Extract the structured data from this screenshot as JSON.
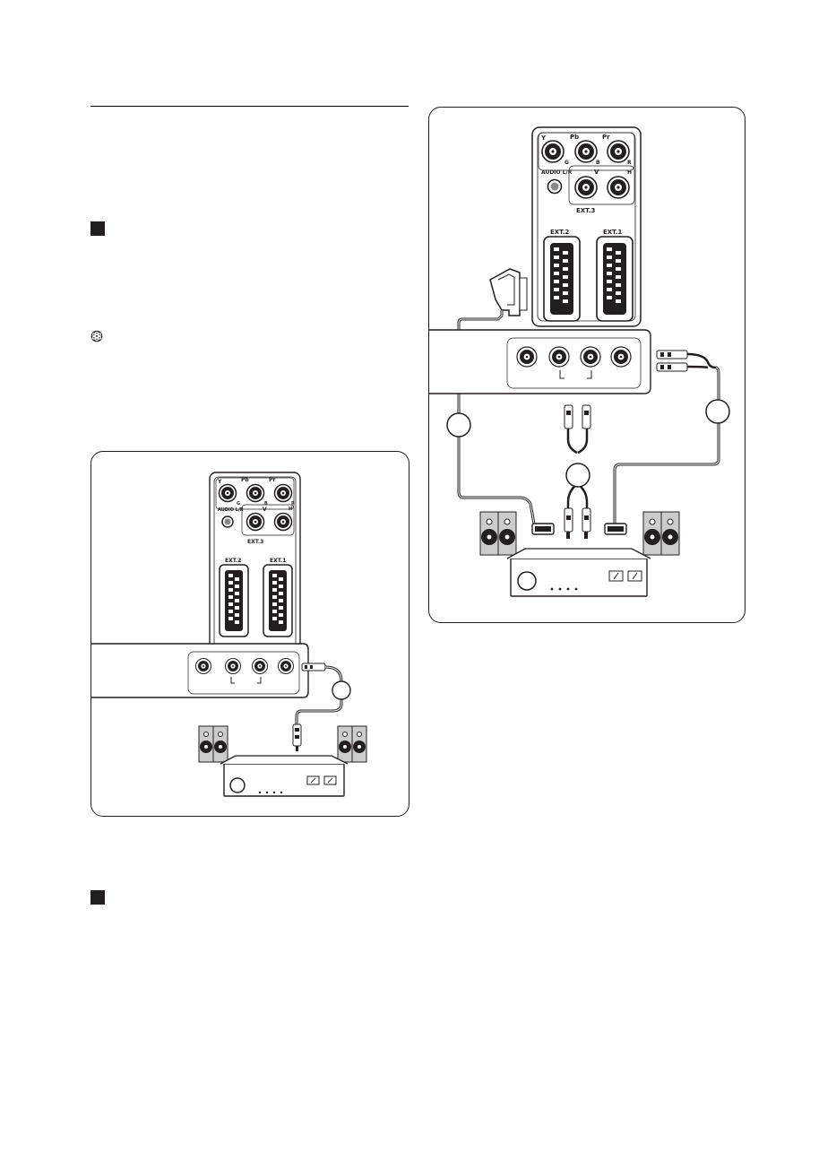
{
  "left_diagram": {
    "connectors": {
      "y": "Y",
      "pb": "Pb",
      "pr": "Pr",
      "g": "G",
      "b": "B",
      "r": "R",
      "audio": "AUDIO L/R",
      "v": "V",
      "h": "H",
      "ext3": "EXT.3",
      "ext2": "EXT.2",
      "ext1": "EXT.1"
    }
  },
  "right_diagram": {
    "connectors": {
      "y": "Y",
      "pb": "Pb",
      "pr": "Pr",
      "g": "G",
      "b": "B",
      "r": "R",
      "audio": "AUDIO L/R",
      "v": "V",
      "h": "H",
      "ext3": "EXT.3",
      "ext2": "EXT.2",
      "ext1": "EXT.1"
    }
  },
  "colors": {
    "ink": "#231f20",
    "background": "#ffffff"
  },
  "icons": [
    "square-bullet-icon",
    "tip-gear-icon",
    "speaker-icon",
    "amplifier-icon",
    "scart-plug-icon",
    "cinch-plug-icon"
  ]
}
